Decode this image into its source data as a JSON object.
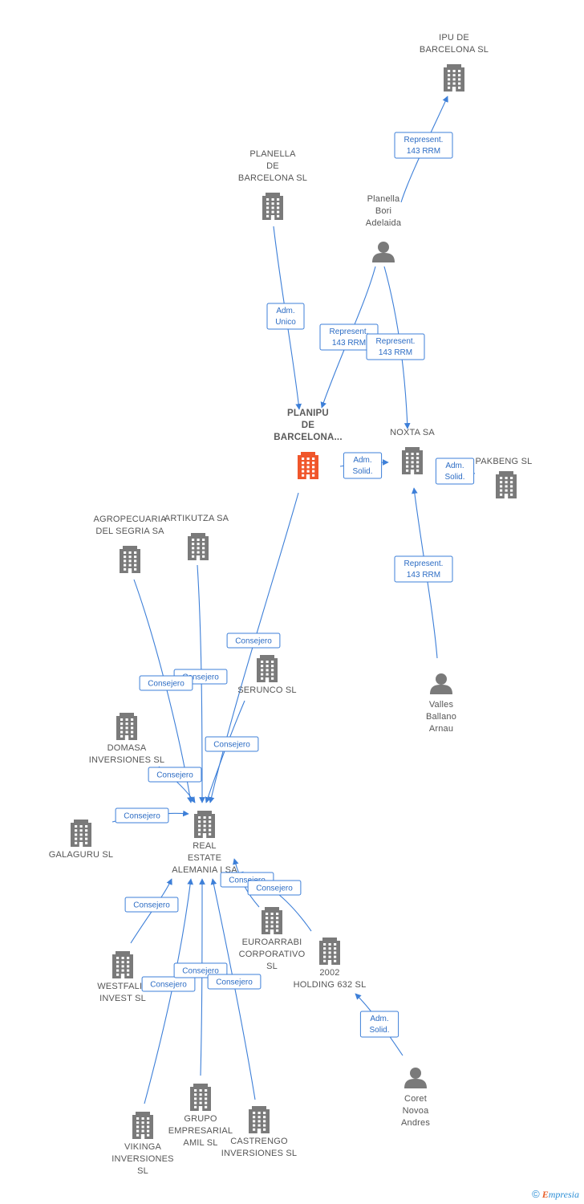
{
  "colors": {
    "company": "#7a7a7a",
    "focus": "#f0562b",
    "person": "#7a7a7a",
    "edge": "#3d7fd8",
    "label_text": "#555555"
  },
  "nodes": [
    {
      "id": "ipu",
      "kind": "company",
      "lines": [
        "IPU DE",
        "BARCELONA SL"
      ]
    },
    {
      "id": "planella_bcn",
      "kind": "company",
      "lines": [
        "PLANELLA",
        "DE",
        "BARCELONA SL"
      ]
    },
    {
      "id": "planella_bori",
      "kind": "person",
      "lines": [
        "Planella",
        "Bori",
        "Adelaida"
      ]
    },
    {
      "id": "planipu",
      "kind": "focus",
      "lines": [
        "PLANIPU",
        "DE",
        "BARCELONA..."
      ]
    },
    {
      "id": "noxta",
      "kind": "company",
      "lines": [
        "NOXTA SA"
      ]
    },
    {
      "id": "pakbeng",
      "kind": "company",
      "lines": [
        "PAKBENG SL"
      ]
    },
    {
      "id": "valles",
      "kind": "person",
      "lines": [
        "Valles",
        "Ballano",
        "Arnau"
      ]
    },
    {
      "id": "agropecuaria",
      "kind": "company",
      "lines": [
        "AGROPECUARIA",
        "DEL SEGRIA SA"
      ]
    },
    {
      "id": "artikutza",
      "kind": "company",
      "lines": [
        "ARTIKUTZA SA"
      ]
    },
    {
      "id": "serunco",
      "kind": "company",
      "lines": [
        "SERUNCO  SL"
      ]
    },
    {
      "id": "domasa",
      "kind": "company",
      "lines": [
        "DOMASA",
        "INVERSIONES SL"
      ]
    },
    {
      "id": "galaguru",
      "kind": "company",
      "lines": [
        "GALAGURU SL"
      ]
    },
    {
      "id": "real_estate",
      "kind": "company",
      "lines": [
        "REAL",
        "ESTATE",
        "ALEMANIA I SA"
      ]
    },
    {
      "id": "euroarrabi",
      "kind": "company",
      "lines": [
        "EUROARRABI",
        "CORPORATIVO",
        "SL"
      ]
    },
    {
      "id": "holding2002",
      "kind": "company",
      "lines": [
        "2002",
        "HOLDING 632 SL"
      ]
    },
    {
      "id": "westfalia",
      "kind": "company",
      "lines": [
        "WESTFALIA",
        "INVEST SL"
      ]
    },
    {
      "id": "coret",
      "kind": "person",
      "lines": [
        "Coret",
        "Novoa",
        "Andres"
      ]
    },
    {
      "id": "grupo_amil",
      "kind": "company",
      "lines": [
        "GRUPO",
        "EMPRESARIAL",
        "AMIL  SL"
      ]
    },
    {
      "id": "vikinga",
      "kind": "company",
      "lines": [
        "VIKINGA",
        "INVERSIONES",
        "SL"
      ]
    },
    {
      "id": "castrengo",
      "kind": "company",
      "lines": [
        "CASTRENGO",
        "INVERSIONES SL"
      ]
    }
  ],
  "edges": [
    {
      "from": "planella_bori",
      "to": "ipu",
      "label": [
        "Represent.",
        "143 RRM"
      ]
    },
    {
      "from": "planella_bcn",
      "to": "planipu",
      "label": [
        "Adm.",
        "Unico"
      ]
    },
    {
      "from": "planella_bori",
      "to": "planipu",
      "label": [
        "Represent.",
        "143 RRM"
      ]
    },
    {
      "from": "planella_bori",
      "to": "noxta",
      "label": [
        "Represent.",
        "143 RRM"
      ]
    },
    {
      "from": "planipu",
      "to": "noxta",
      "label": [
        "Adm.",
        "Solid."
      ]
    },
    {
      "from": "pakbeng",
      "to": "noxta",
      "label": [
        "Adm.",
        "Solid."
      ]
    },
    {
      "from": "valles",
      "to": "noxta",
      "label": [
        "Represent.",
        "143 RRM"
      ]
    },
    {
      "from": "planipu",
      "to": "real_estate",
      "label": [
        "Consejero"
      ]
    },
    {
      "from": "artikutza",
      "to": "real_estate",
      "label": [
        "Consejero"
      ]
    },
    {
      "from": "agropecuaria",
      "to": "real_estate",
      "label": [
        "Consejero"
      ]
    },
    {
      "from": "serunco",
      "to": "real_estate",
      "label": [
        "Consejero"
      ]
    },
    {
      "from": "domasa",
      "to": "real_estate",
      "label": [
        "Consejero"
      ]
    },
    {
      "from": "galaguru",
      "to": "real_estate",
      "label": [
        "Consejero"
      ]
    },
    {
      "from": "westfalia",
      "to": "real_estate",
      "label": [
        "Consejero"
      ]
    },
    {
      "from": "euroarrabi",
      "to": "real_estate",
      "label": [
        "Consejero"
      ]
    },
    {
      "from": "holding2002",
      "to": "real_estate",
      "label": [
        "Consejero"
      ]
    },
    {
      "from": "vikinga",
      "to": "real_estate",
      "label": [
        "Consejero"
      ]
    },
    {
      "from": "grupo_amil",
      "to": "real_estate",
      "label": [
        "Consejero"
      ]
    },
    {
      "from": "castrengo",
      "to": "real_estate",
      "label": [
        "Consejero"
      ]
    },
    {
      "from": "coret",
      "to": "holding2002",
      "label": [
        "Adm.",
        "Solid."
      ]
    }
  ],
  "footer": {
    "copyright": "©",
    "brand_initial": "E",
    "brand_rest": "mpresia"
  }
}
